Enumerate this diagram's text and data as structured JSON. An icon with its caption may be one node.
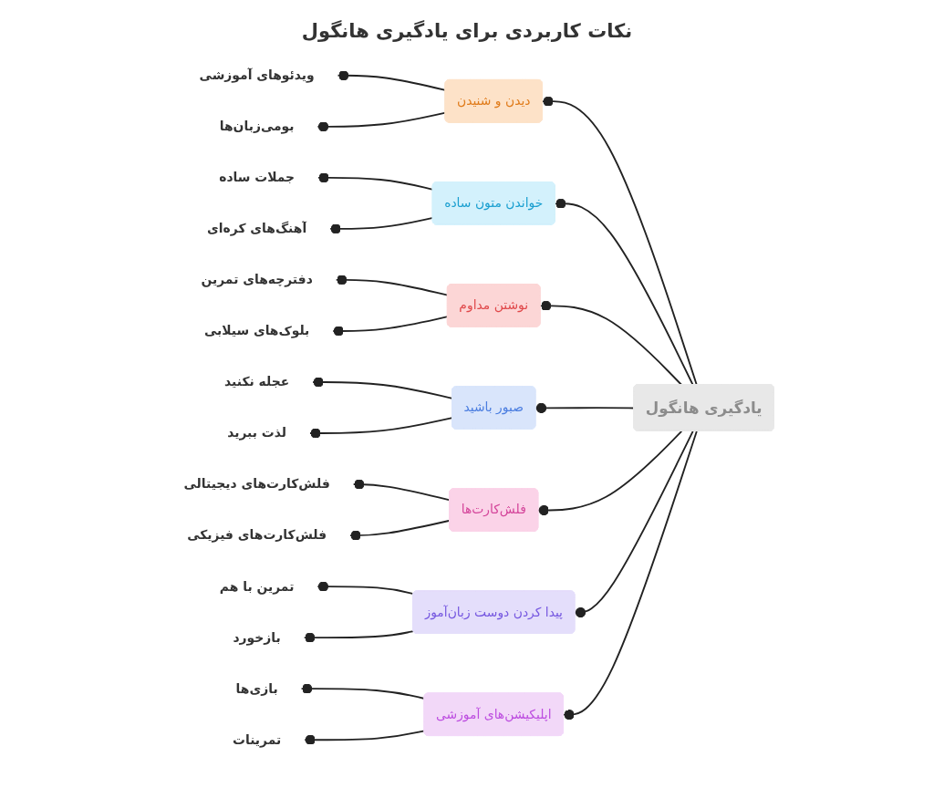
{
  "diagram": {
    "title": "نکات کاربردی برای یادگیری هانگول",
    "nodes": [
      {
        "text": [
          "یادگیری هانگول"
        ]
      },
      {
        "text": [
          "دیدن و شنیدن"
        ]
      },
      {
        "text": [
          "ویدئوهای آموزشی"
        ]
      },
      {
        "text": [
          "بومی‌زبان‌ها"
        ]
      },
      {
        "text": [
          "خواندن متون ساده"
        ]
      },
      {
        "text": [
          "جملات ساده"
        ]
      },
      {
        "text": [
          "آهنگ‌های کره‌ای"
        ]
      },
      {
        "text": [
          "نوشتن مداوم"
        ]
      },
      {
        "text": [
          "دفترچه‌های تمرین"
        ]
      },
      {
        "text": [
          "بلوک‌های سیلابی"
        ]
      },
      {
        "text": [
          "صبور باشید"
        ]
      },
      {
        "text": [
          "عجله نکنید"
        ]
      },
      {
        "text": [
          "لذت ببرید"
        ]
      },
      {
        "text": [
          "فلش‌کارت‌ها"
        ]
      },
      {
        "text": [
          "فلش‌کارت‌های دیجیتالی"
        ]
      },
      {
        "text": [
          "فلش‌کارت‌های فیزیکی"
        ]
      },
      {
        "text": [
          "پیدا کردن دوست زبان‌آموز"
        ]
      },
      {
        "text": [
          "تمرین با هم"
        ]
      },
      {
        "text": [
          "بازخورد"
        ]
      },
      {
        "text": [
          "اپلیکیشن‌های آموزشی"
        ]
      },
      {
        "text": [
          "بازی‌ها"
        ]
      },
      {
        "text": [
          "تمرینات"
        ]
      }
    ],
    "edges": [
      {
        "from": 0,
        "to": 1,
        "arrow": "other"
      },
      {
        "from": 1,
        "to": 2,
        "arrow": "other"
      },
      {
        "from": 1,
        "to": 3,
        "arrow": "other"
      },
      {
        "from": 0,
        "to": 4,
        "arrow": "other"
      },
      {
        "from": 4,
        "to": 5,
        "arrow": "other"
      },
      {
        "from": 4,
        "to": 6,
        "arrow": "other"
      },
      {
        "from": 0,
        "to": 7,
        "arrow": "other"
      },
      {
        "from": 7,
        "to": 8,
        "arrow": "other"
      },
      {
        "from": 7,
        "to": 9,
        "arrow": "other"
      },
      {
        "from": 0,
        "to": 10,
        "arrow": "other"
      },
      {
        "from": 10,
        "to": 11,
        "arrow": "other"
      },
      {
        "from": 10,
        "to": 12,
        "arrow": "other"
      },
      {
        "from": 0,
        "to": 13,
        "arrow": "other"
      },
      {
        "from": 13,
        "to": 14,
        "arrow": "other"
      },
      {
        "from": 13,
        "to": 15,
        "arrow": "other"
      },
      {
        "from": 0,
        "to": 16,
        "arrow": "other"
      },
      {
        "from": 16,
        "to": 17,
        "arrow": "other"
      },
      {
        "from": 16,
        "to": 18,
        "arrow": "other"
      },
      {
        "from": 0,
        "to": 19,
        "arrow": "other"
      },
      {
        "from": 19,
        "to": 20,
        "arrow": "other"
      },
      {
        "from": 19,
        "to": 21,
        "arrow": "other"
      }
    ]
  }
}
